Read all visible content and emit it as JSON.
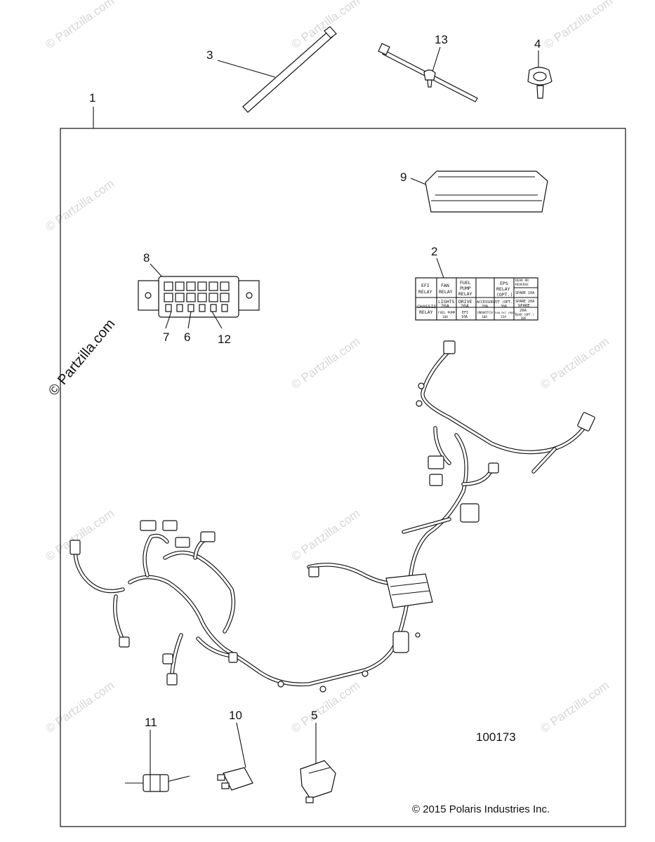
{
  "watermarks": [
    {
      "text": "© Partzilla.com"
    },
    {
      "text": "© Partzilla.com"
    },
    {
      "text": "© Partzilla.com"
    },
    {
      "text": "© Partzilla.com"
    },
    {
      "text": "© Partzilla.com"
    },
    {
      "text": "© Partzilla.com"
    },
    {
      "text": "© Partzilla.com"
    },
    {
      "text": "© Partzilla.com"
    },
    {
      "text": "© Partzilla.com"
    },
    {
      "text": "© Partzilla.com"
    },
    {
      "text": "© Partzilla.com"
    }
  ],
  "watermark_prominent": "© Partzilla.com",
  "callouts": {
    "c1": "1",
    "c2": "2",
    "c3": "3",
    "c4": "4",
    "c5": "5",
    "c6": "6",
    "c7": "7",
    "c8": "8",
    "c9": "9",
    "c10": "10",
    "c11": "11",
    "c12": "12",
    "c13": "13"
  },
  "fuse_label": {
    "efi_relay": [
      "EFI",
      "RELAY"
    ],
    "fan_relay": [
      "FAN",
      "RELAY"
    ],
    "fuel_pump_relay": [
      "FUEL",
      "PUMP",
      "RELAY"
    ],
    "eps_relay": [
      "EPS",
      "RELAY",
      "(OPT.)"
    ],
    "top_right": [
      "REAR OR",
      "REVERSE"
    ],
    "spare_10a": "SPARE 10A",
    "spare_20a": "SPARE 20A",
    "chassis_relay": [
      "CHASSIS",
      "RELAY"
    ],
    "lights": [
      "LIGHTS",
      "20A"
    ],
    "drive": [
      "DRIVE",
      "20A"
    ],
    "accessory": [
      "ACCESSORY",
      "20A"
    ],
    "pt_opt": [
      "PT (OPT.)",
      "30A"
    ],
    "spare_20a_b": [
      "SPARE",
      "20A"
    ],
    "fuel_pump_10a": [
      "FUEL PUMP",
      "10A"
    ],
    "efi_10a": [
      "EFI",
      "10A"
    ],
    "unswitch": [
      "UNSWITCH",
      "10A"
    ],
    "fan_ckt": [
      "FAN CKT (REF)",
      "15A"
    ],
    "rear_opt": [
      "REAR (OPT.)",
      "30A"
    ]
  },
  "diagram_id": "100173",
  "copyright": "© 2015 Polaris Industries Inc."
}
